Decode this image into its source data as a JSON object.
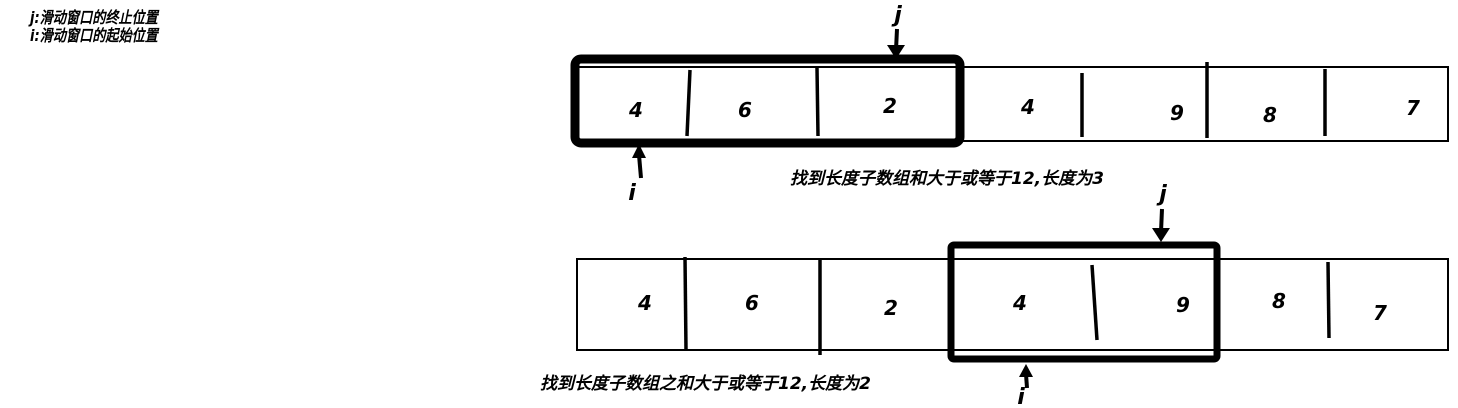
{
  "legend": {
    "j_line": "j:滑动窗口的终止位置",
    "i_line": "i:滑动窗口的起始位置"
  },
  "row1": {
    "cells": [
      "4",
      "6",
      "2",
      "4",
      "9",
      "8",
      "7"
    ],
    "pointer_j": "j",
    "pointer_i": "i",
    "caption": "找到长度子数组和大于或等于12,长度为3",
    "window_start": 0,
    "window_length": 3
  },
  "row2": {
    "cells": [
      "4",
      "6",
      "2",
      "4",
      "9",
      "8",
      "7"
    ],
    "pointer_j": "j",
    "pointer_i": "i",
    "caption": "找到长度子数组之和大于或等于12,长度为2",
    "window_start": 3,
    "window_length": 2
  }
}
